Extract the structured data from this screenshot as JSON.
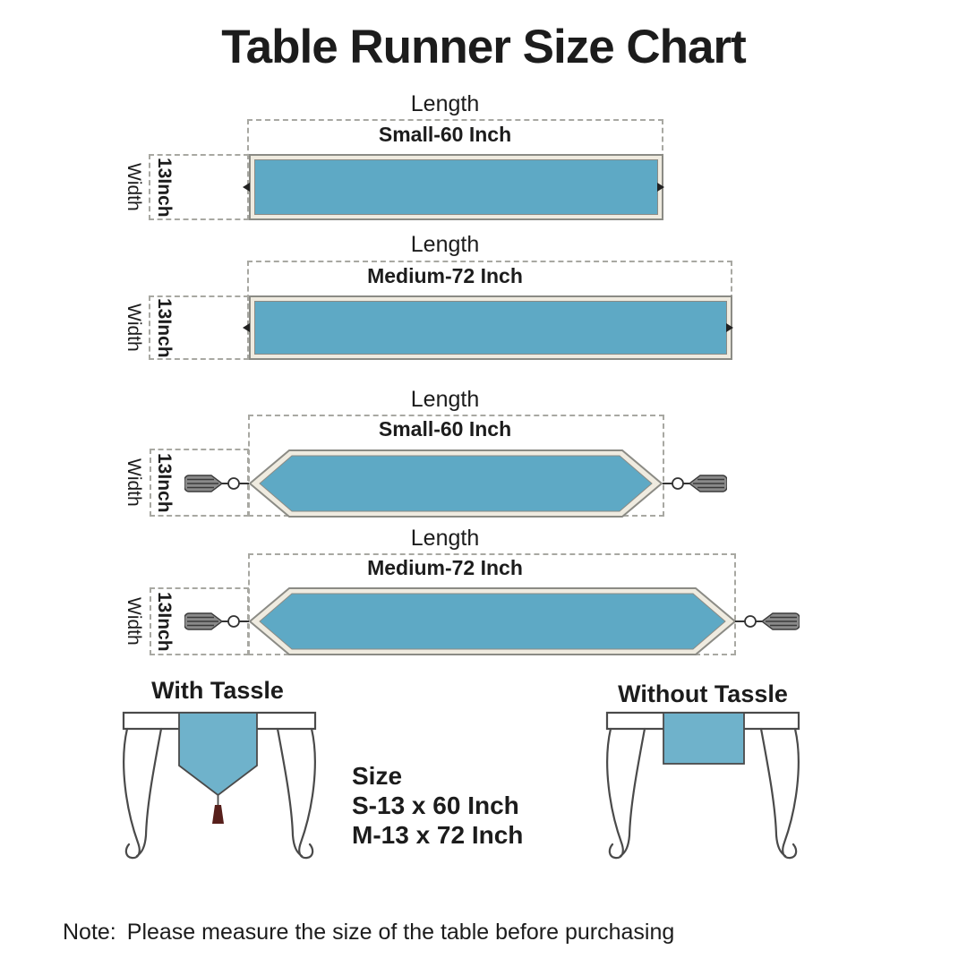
{
  "title": "Table Runner Size Chart",
  "colors": {
    "text": "#1C1C1C",
    "runner_fill": "#5EA9C5",
    "runner_trim": "#EFEBE0",
    "runner_outline": "#8B8B85",
    "dashed_line": "#A8A8A2",
    "tassel_gray": "#8A8A8A",
    "tassel_stripe": "#3A3A3A",
    "table_outline": "#4A4A4A",
    "table_runner_fill": "#6FB2CB",
    "table_tassel_red": "#571F1B"
  },
  "diagrams": [
    {
      "type": "straight",
      "length_label": "Length",
      "size_label": "Small-60 Inch",
      "width_label": "Width",
      "width_value": "13Inch"
    },
    {
      "type": "straight",
      "length_label": "Length",
      "size_label": "Medium-72 Inch",
      "width_label": "Width",
      "width_value": "13Inch"
    },
    {
      "type": "pointed-with-tassels",
      "length_label": "Length",
      "size_label": "Small-60 Inch",
      "width_label": "Width",
      "width_value": "13Inch"
    },
    {
      "type": "pointed-with-tassels",
      "length_label": "Length",
      "size_label": "Medium-72 Inch",
      "width_label": "Width",
      "width_value": "13Inch"
    }
  ],
  "style_examples": [
    {
      "caption": "With Tassle"
    },
    {
      "caption": "Without Tassle"
    }
  ],
  "size_info": {
    "heading": "Size",
    "lines": [
      "S-13 x 60 Inch",
      "M-13 x 72 Inch"
    ]
  },
  "note": {
    "label": "Note:",
    "text": "Please measure the size of the table before purchasing"
  }
}
